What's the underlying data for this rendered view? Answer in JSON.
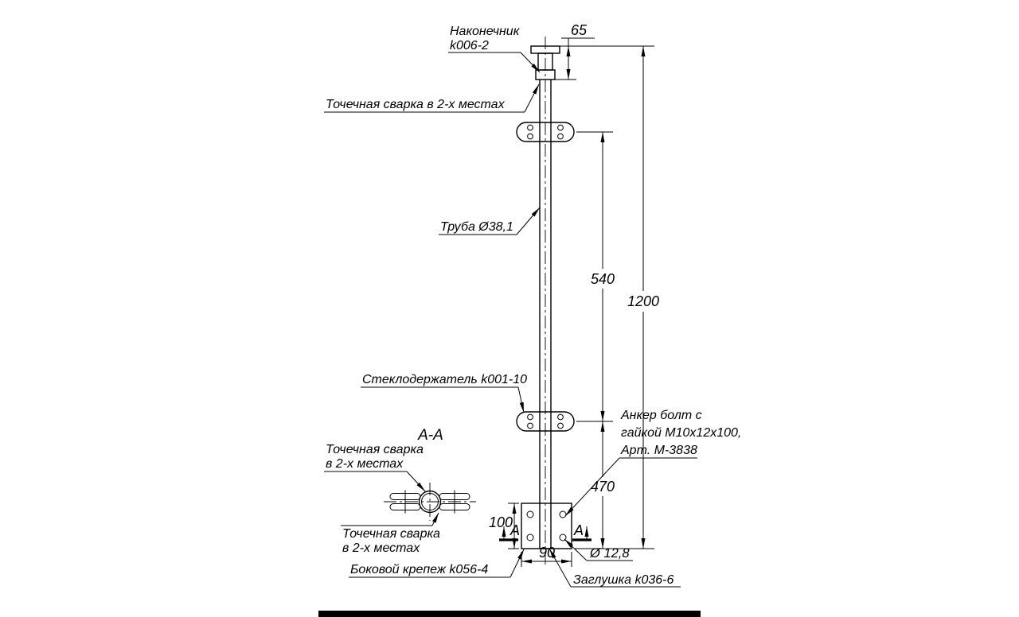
{
  "drawing": {
    "background": "#ffffff",
    "ink": "#000000",
    "callouts": {
      "tip_line1": "Наконечник",
      "tip_line2": "k006-2",
      "spot_weld_top": "Точечная сварка в 2-х местах",
      "pipe": "Труба Ø38,1",
      "glass_holder": "Стеклодержатель k001-10",
      "anchor_line1": "Анкер болт с",
      "anchor_line2": "гайкой М10х12х100,",
      "anchor_line3": "Арт. М-3838",
      "side_mount": "Боковой крепеж k056-4",
      "end_cap": "Заглушка k036-6"
    },
    "dimensions": {
      "cap_offset": "65",
      "holders_span": "540",
      "total_height": "1200",
      "bottom_span": "470",
      "plate_height": "100",
      "plate_width": "90",
      "hole_diameter": "Ø 12,8"
    },
    "section": {
      "title": "А-А",
      "cut_letter": "А",
      "weld_top_line1": "Точечная сварка",
      "weld_top_line2": "в 2-х местах",
      "weld_bottom_line1": "Точечная сварка",
      "weld_bottom_line2": "в 2-х местах"
    }
  }
}
